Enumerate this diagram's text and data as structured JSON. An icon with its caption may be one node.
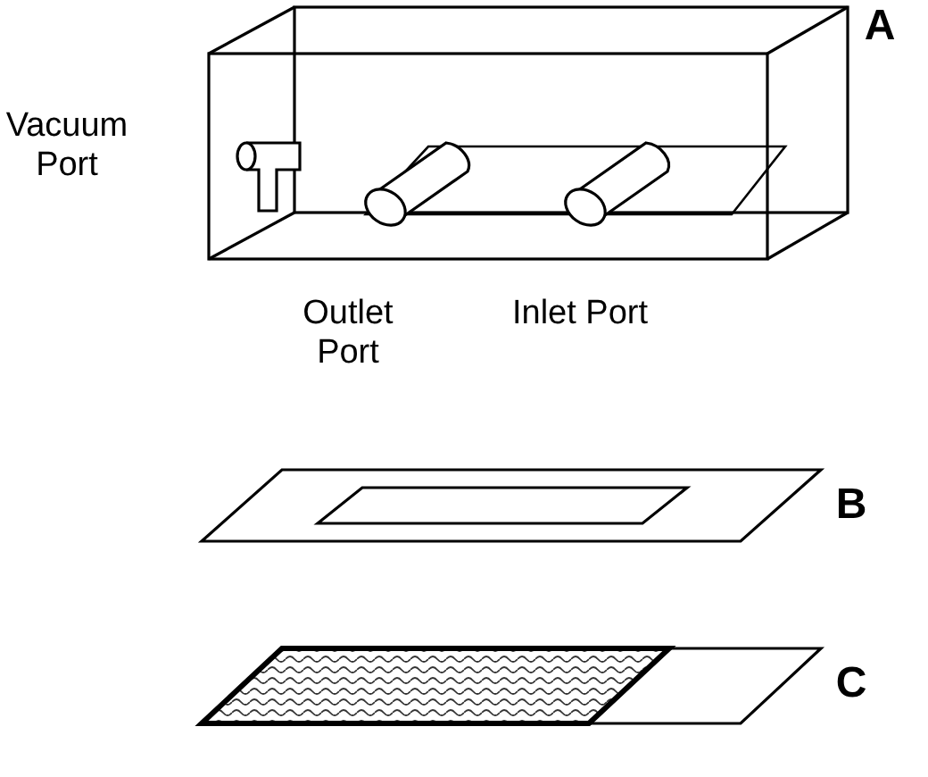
{
  "diagram": {
    "labels": [
      "A",
      "Vacuum Port",
      "Outlet Port",
      "Inlet Port",
      "B",
      "C"
    ]
  }
}
